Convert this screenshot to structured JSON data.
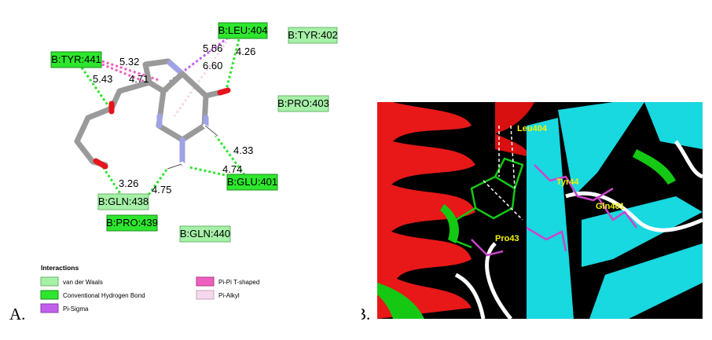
{
  "panel_a": {
    "letter": "A.",
    "residues": {
      "leu404": "B:LEU:404",
      "tyr402": "B:TYR:402",
      "tyr441": "B:TYR:441",
      "pro403": "B:PRO:403",
      "glu401": "B:GLU:401",
      "gln438": "B:GLN:438",
      "pro439": "B:PRO:439",
      "gln440": "B:GLN:440"
    },
    "distances": {
      "d532": "5.32",
      "d556": "5.56",
      "d426": "4.26",
      "d660": "6.60",
      "d543": "5.43",
      "d471": "4.71",
      "d433": "4.33",
      "d474": "4.74",
      "d326": "3.26",
      "d475": "4.75"
    },
    "legend": {
      "title": "Interactions",
      "items": [
        {
          "label": "van der Waals",
          "color": "#a6f0a8"
        },
        {
          "label": "Conventional Hydrogen Bond",
          "color": "#2ee62e"
        },
        {
          "label": "Pi-Sigma",
          "color": "#c160ea"
        },
        {
          "label": "Pi-Pi T-shaped",
          "color": "#ee5fbe"
        },
        {
          "label": "Pi-Alkyl",
          "color": "#f6d8ee"
        }
      ]
    },
    "colors": {
      "vdw": "#a6f0a8",
      "hbond": "#2ee62e",
      "pi_sigma": "#c160ea",
      "pi_pi": "#ee5fbe",
      "pi_alkyl": "#f6d8ee",
      "carbon": "#9a9a9a",
      "nitrogen": "#9fa3e6",
      "oxygen": "#e8141c"
    }
  },
  "panel_b": {
    "letter": "B.",
    "labels": {
      "leu": "Leu404",
      "tyr": "Tyr44",
      "gln": "Gln401",
      "pro": "Pro43"
    },
    "colors": {
      "background": "#000000",
      "helix": "#e81818",
      "sheet": "#18d8e0",
      "coil": "#ffffff",
      "turn": "#14c814",
      "ligand": "#cc44cc",
      "label": "#f2f20a"
    }
  }
}
